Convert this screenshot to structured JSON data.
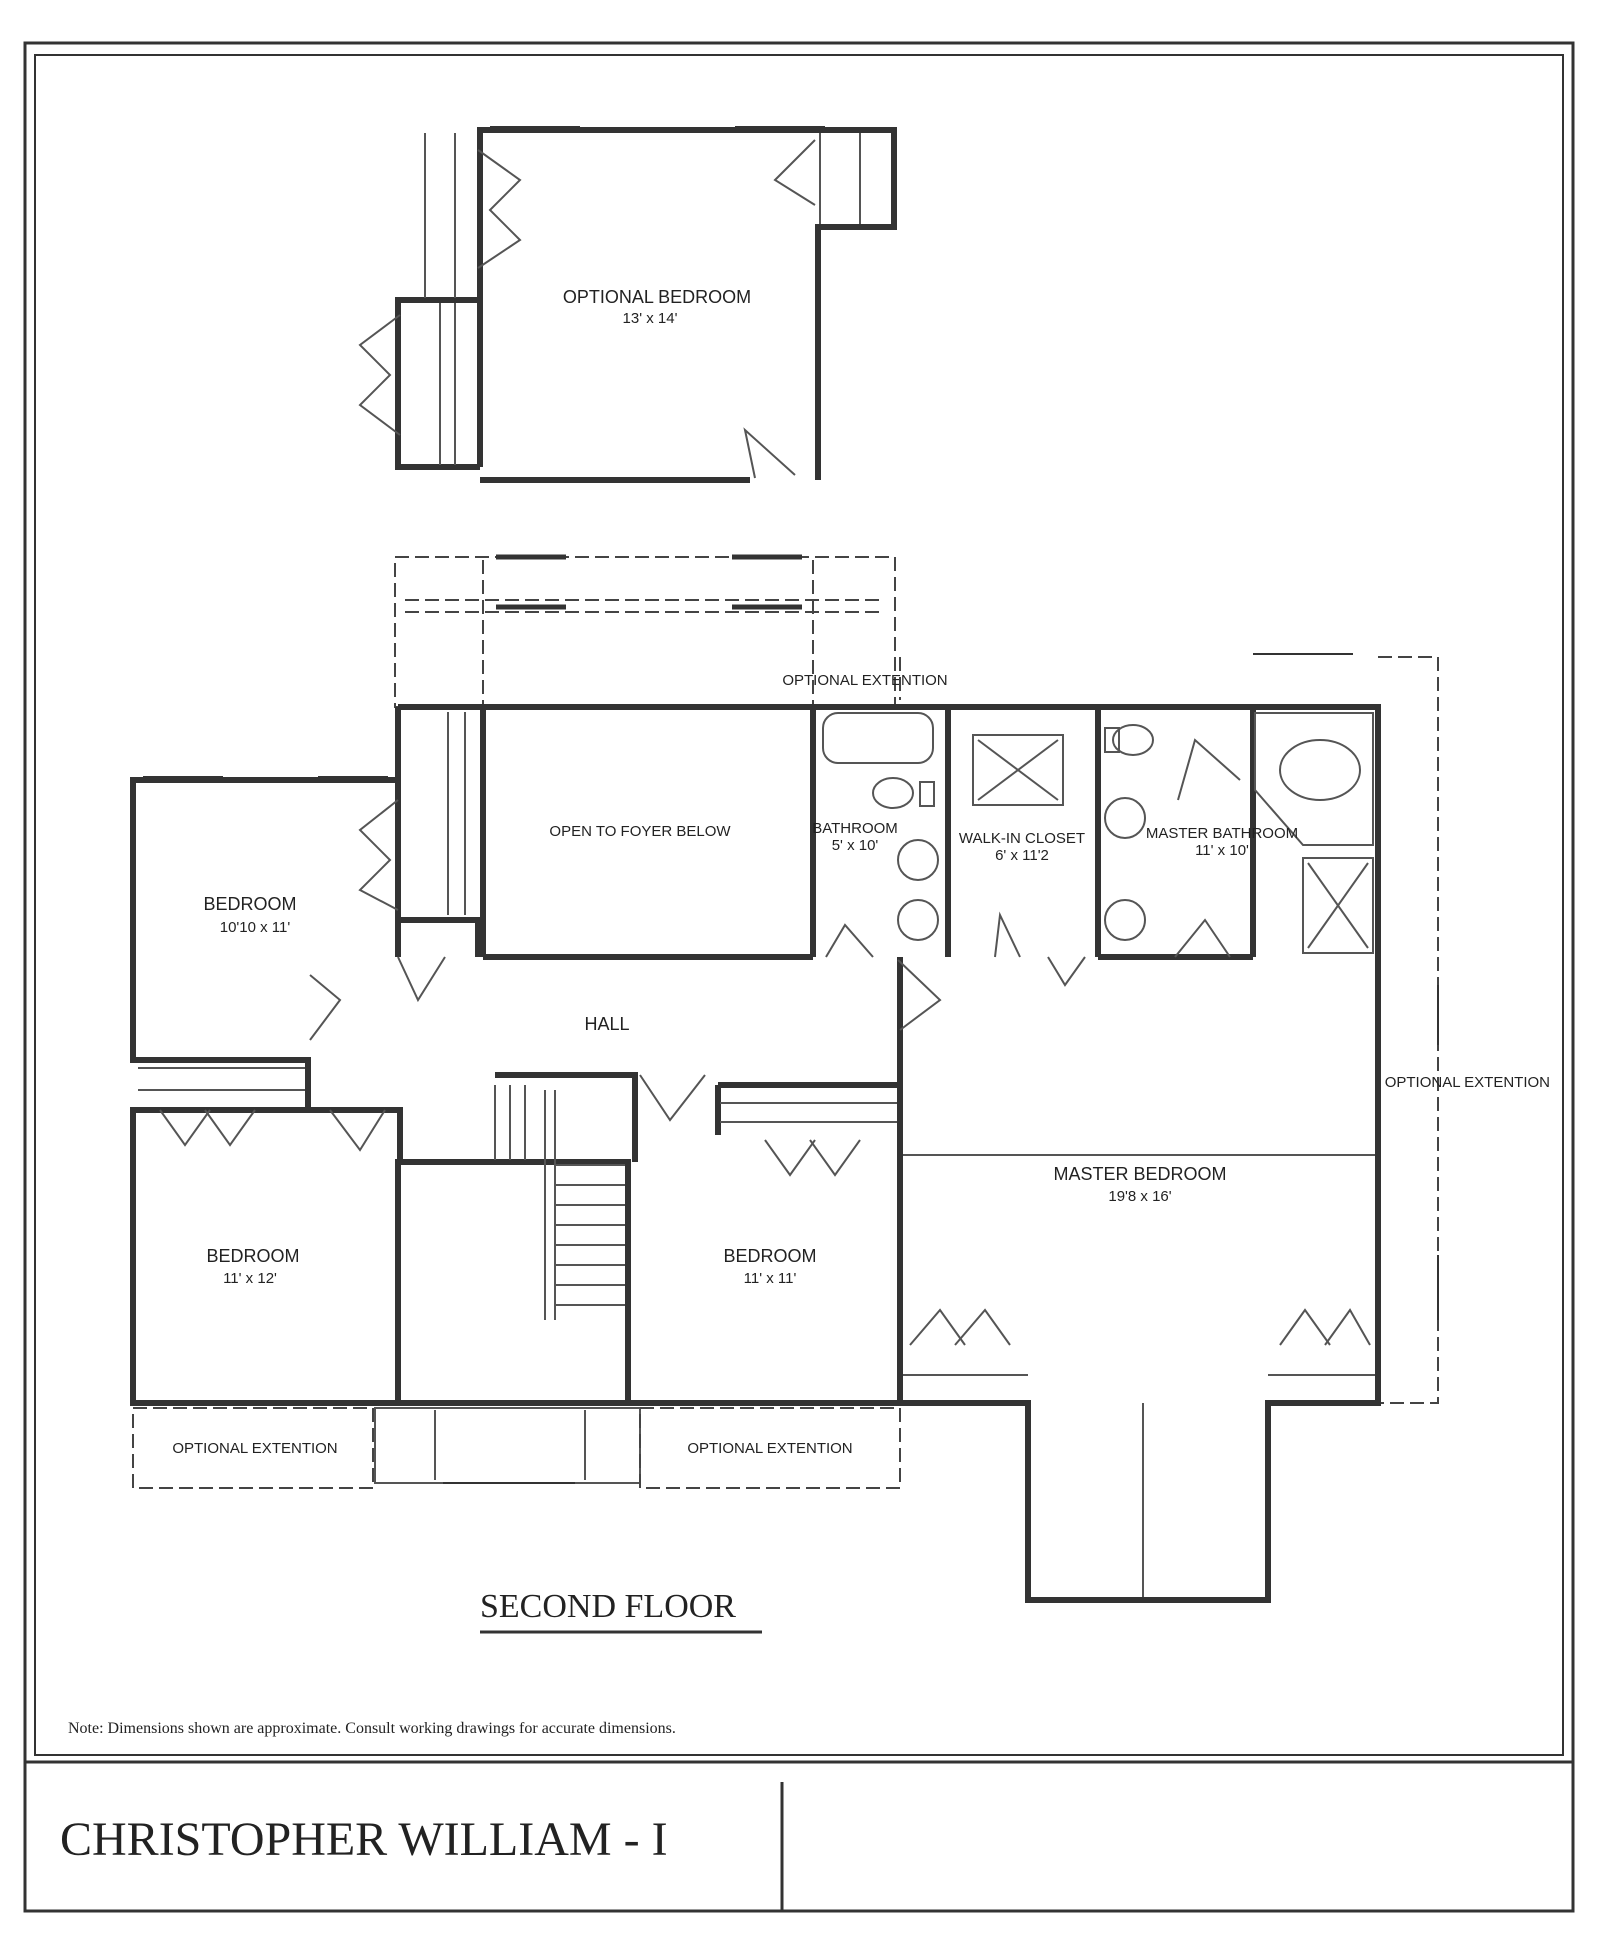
{
  "rooms": {
    "optional_bedroom": {
      "name": "OPTIONAL BEDROOM",
      "dim": "13' x 14'"
    },
    "bedroom_nw": {
      "name": "BEDROOM",
      "dim": "10'10 x 11'"
    },
    "bedroom_sw": {
      "name": "BEDROOM",
      "dim": "11' x 12'"
    },
    "bedroom_mid": {
      "name": "BEDROOM",
      "dim": "11' x 11'"
    },
    "master_bedroom": {
      "name": "MASTER BEDROOM",
      "dim": "19'8 x 16'"
    },
    "bathroom": {
      "name": "BATHROOM",
      "dim": "5' x 10'"
    },
    "walk_in_closet": {
      "name": "WALK-IN CLOSET",
      "dim": "6' x 11'2"
    },
    "master_bathroom": {
      "name": "MASTER BATHROOM",
      "dim": "11' x 10'"
    },
    "open_to_foyer": {
      "name": "OPEN TO FOYER BELOW"
    },
    "hall": {
      "name": "HALL"
    }
  },
  "extension_labels": {
    "top": "OPTIONAL EXTENTION",
    "right": "OPTIONAL EXTENTION",
    "bottom_left": "OPTIONAL EXTENTION",
    "bottom_mid": "OPTIONAL EXTENTION"
  },
  "floor_label": "SECOND FLOOR",
  "note": "Note: Dimensions shown are approximate.  Consult working drawings for accurate dimensions.",
  "plan_name": "CHRISTOPHER WILLIAM - I"
}
